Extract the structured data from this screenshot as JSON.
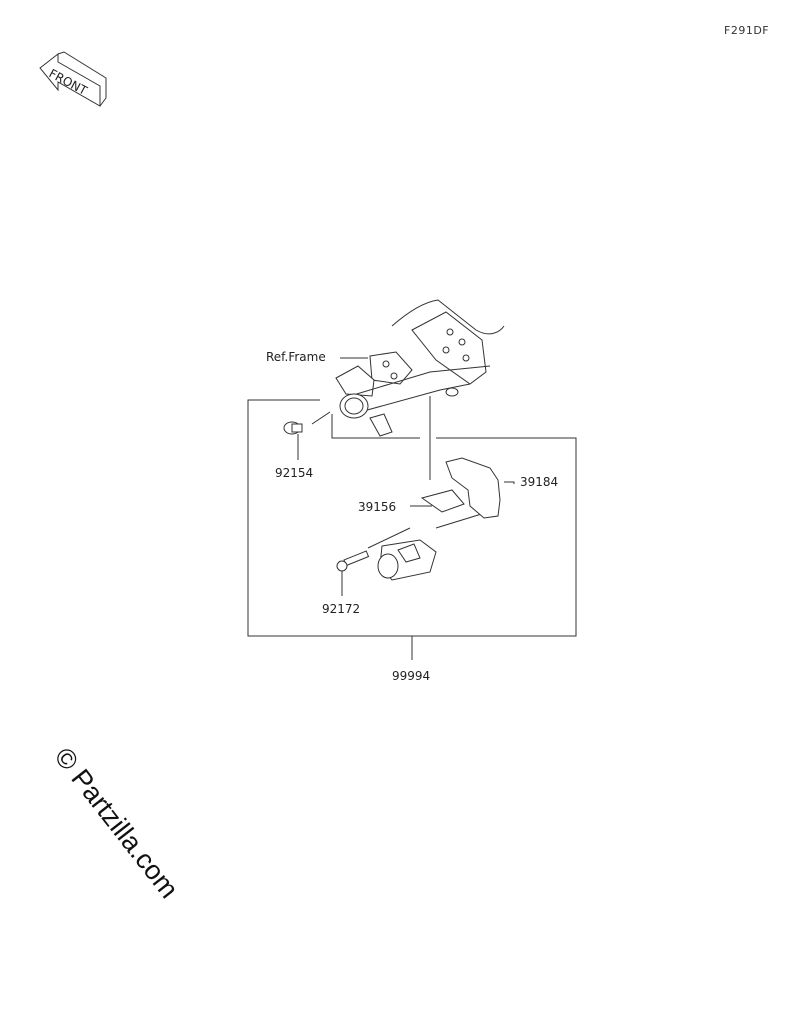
{
  "diagram_code": "F291DF",
  "front_label": "FRONT",
  "watermark": "© Partzilla.com",
  "labels": {
    "ref_frame": "Ref.Frame",
    "p92154": "92154",
    "p39184": "39184",
    "p39156": "39156",
    "p92172": "92172",
    "p99994": "99994"
  }
}
